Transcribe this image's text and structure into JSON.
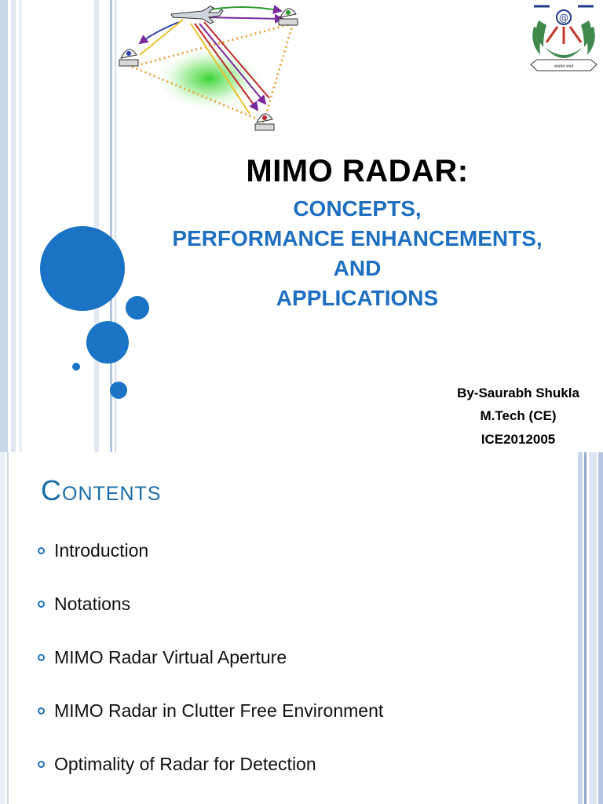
{
  "slide1": {
    "title": "MIMO RADAR:",
    "subtitle_lines": [
      "CONCEPTS,",
      "PERFORMANCE ENHANCEMENTS,",
      "AND",
      "APPLICATIONS"
    ],
    "author_lines": [
      "By-Saurabh Shukla",
      "M.Tech (CE)",
      "ICE2012005"
    ],
    "logo": {
      "icon": "institute-emblem-icon",
      "caption": "सत्यमेव जयते"
    }
  },
  "slide2": {
    "title": "Contents",
    "items": [
      "Introduction",
      "Notations",
      "MIMO Radar Virtual Aperture",
      "MIMO Radar in Clutter Free Environment",
      "Optimality of Radar for Detection"
    ]
  },
  "colors": {
    "accent_blue": "#1a73c4",
    "subtitle_blue": "#1f6fc1",
    "contents_title": "#1a6ca8"
  }
}
